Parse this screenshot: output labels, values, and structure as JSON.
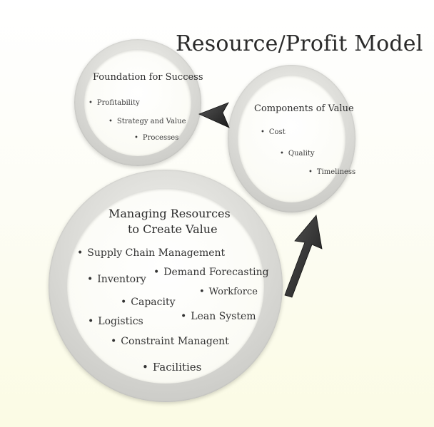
{
  "title": "Resource/Profit Model",
  "foundation": {
    "heading": "Foundation for Success",
    "items": [
      "Profitability",
      "Strategy and Value",
      "Processes"
    ]
  },
  "components": {
    "heading": "Components of Value",
    "items": [
      "Cost",
      "Quality",
      "Timeliness"
    ]
  },
  "managing": {
    "heading_line1": "Managing Resources",
    "heading_line2": "to Create Value",
    "items": [
      "Supply Chain Management",
      "Inventory",
      "Demand Forecasting",
      "Workforce",
      "Capacity",
      "Logistics",
      "Lean System",
      "Constraint Managent",
      "Facilities"
    ]
  },
  "colors": {
    "ring": "#cfcfcb",
    "arrow": "#2a2a2a",
    "background": "#fbfbe4"
  }
}
